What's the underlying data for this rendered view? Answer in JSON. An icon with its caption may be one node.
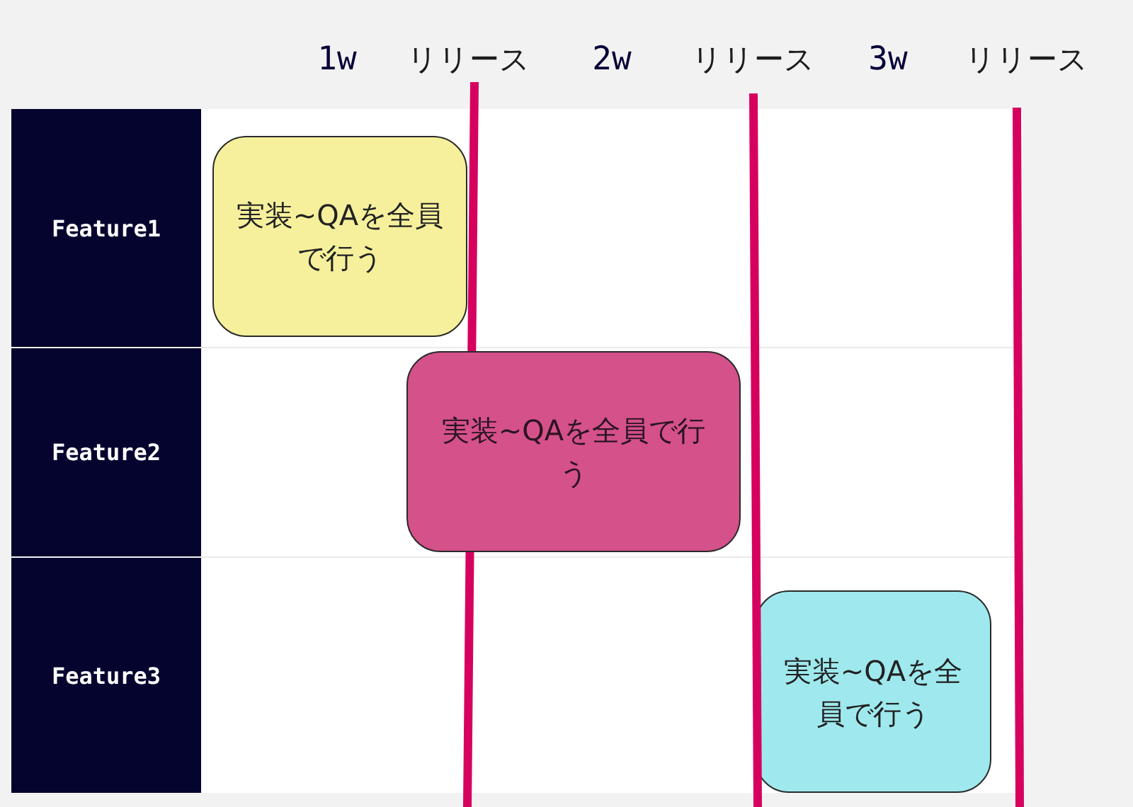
{
  "diagram": {
    "nodes": [
      {
        "text": [
          "Feature1"
        ]
      },
      {
        "text": [
          "実装~QAを全員で行う"
        ]
      },
      {
        "text": [
          "Feature2"
        ]
      },
      {
        "text": [
          "実装~QAを全員で行う"
        ]
      },
      {
        "text": [
          "Feature3"
        ]
      },
      {
        "text": [
          "実装~QAを全員で行う"
        ]
      }
    ],
    "labels": [
      "1w",
      "リリース",
      "2w",
      "リリース",
      "3w",
      "リリース"
    ]
  }
}
